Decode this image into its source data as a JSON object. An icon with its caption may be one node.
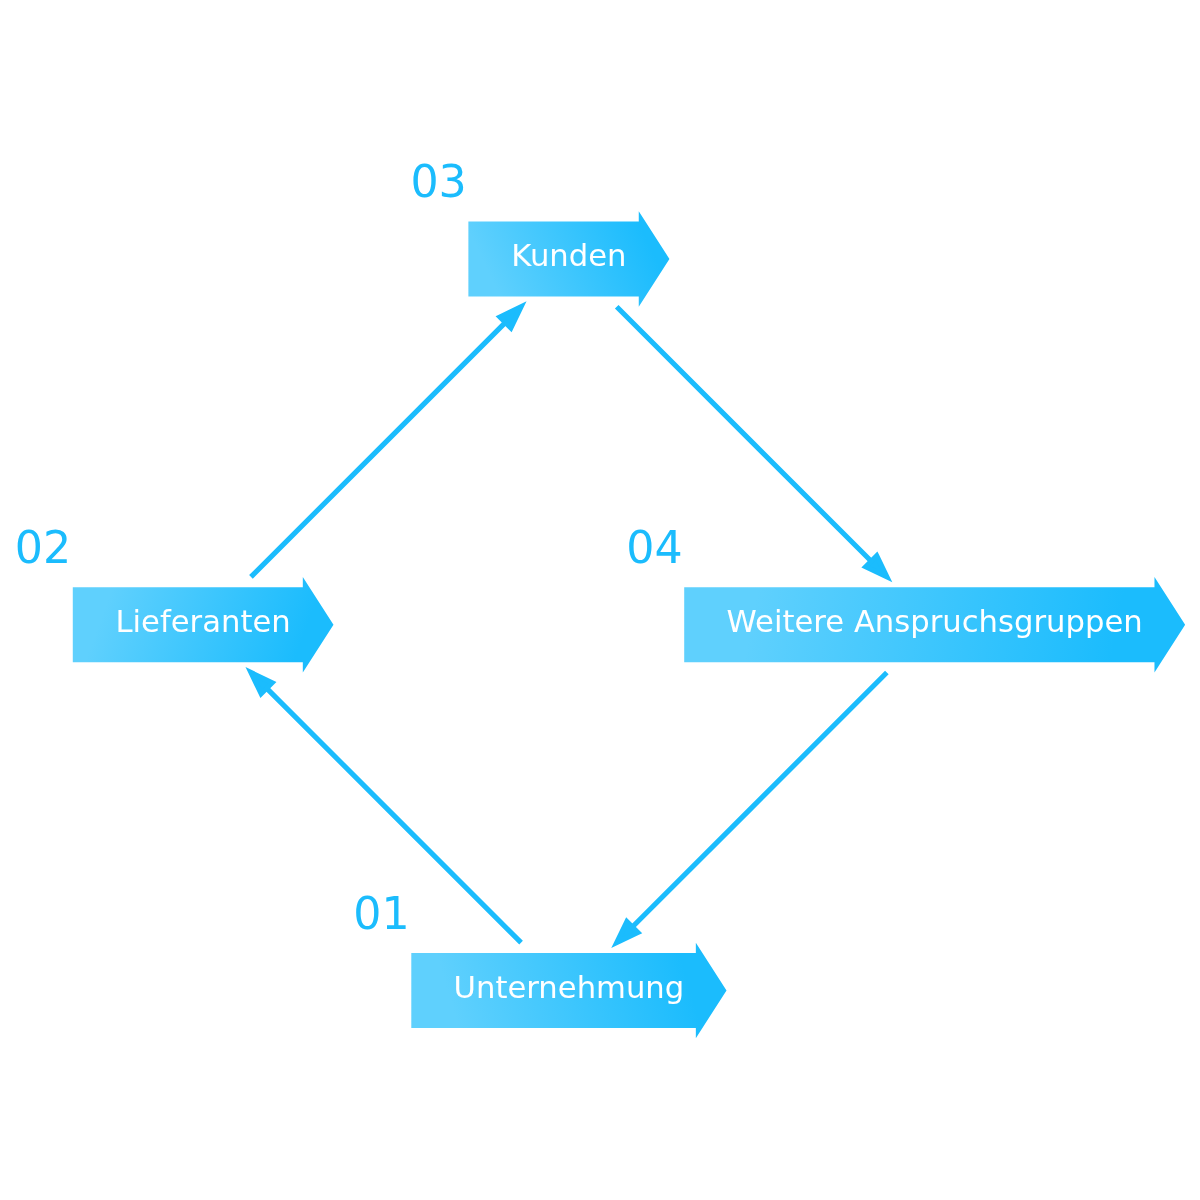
{
  "diagram": {
    "nodes": [
      {
        "text": [
          "Unternehmung"
        ],
        "beside": [
          "01"
        ]
      },
      {
        "text": [
          "Lieferanten"
        ],
        "beside": [
          "02"
        ]
      },
      {
        "text": [
          "Kunden"
        ],
        "beside": [
          "03"
        ]
      },
      {
        "text": [
          "Weitere Anspruchsgruppen"
        ],
        "beside": [
          "04"
        ]
      }
    ],
    "edges": [
      {
        "from": 0,
        "to": 1,
        "arrow": "to"
      },
      {
        "from": 1,
        "to": 2,
        "arrow": "to"
      },
      {
        "from": 2,
        "to": 3,
        "arrow": "to"
      },
      {
        "from": 3,
        "to": 0,
        "arrow": "to"
      }
    ]
  }
}
